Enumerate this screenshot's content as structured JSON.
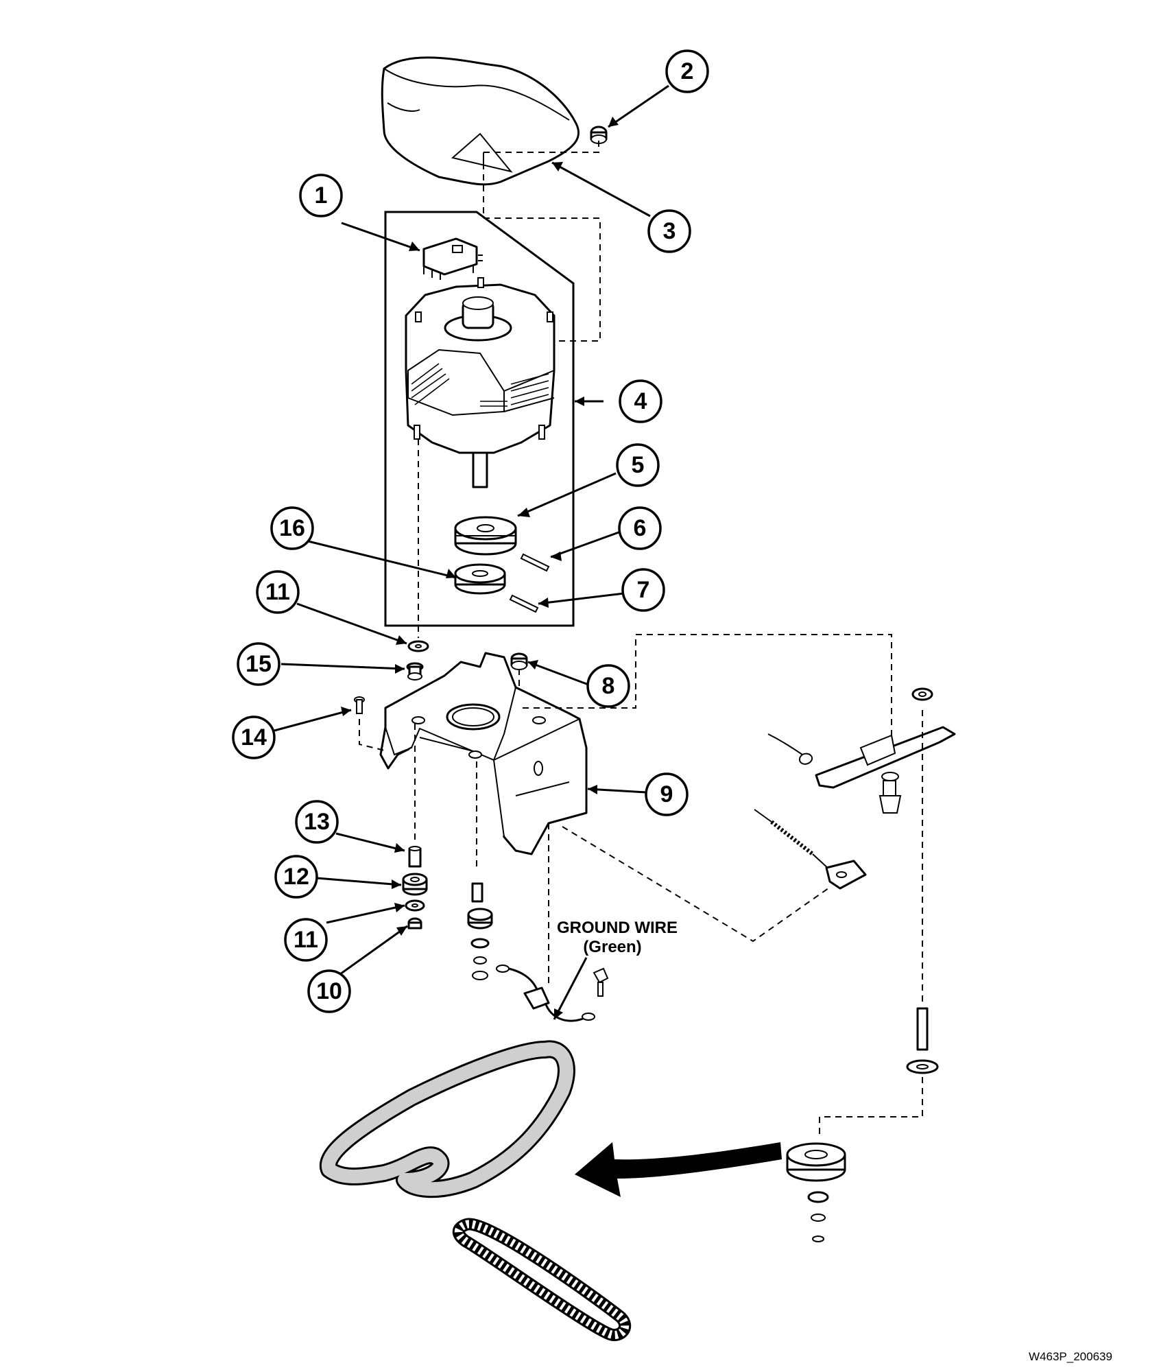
{
  "diagram": {
    "callouts": [
      {
        "id": "1",
        "label": "1"
      },
      {
        "id": "2",
        "label": "2"
      },
      {
        "id": "3",
        "label": "3"
      },
      {
        "id": "4",
        "label": "4"
      },
      {
        "id": "5",
        "label": "5"
      },
      {
        "id": "6",
        "label": "6"
      },
      {
        "id": "7",
        "label": "7"
      },
      {
        "id": "8",
        "label": "8"
      },
      {
        "id": "9",
        "label": "9"
      },
      {
        "id": "10",
        "label": "10"
      },
      {
        "id": "11a",
        "label": "11"
      },
      {
        "id": "11b",
        "label": "11"
      },
      {
        "id": "12",
        "label": "12"
      },
      {
        "id": "13",
        "label": "13"
      },
      {
        "id": "14",
        "label": "14"
      },
      {
        "id": "15",
        "label": "15"
      },
      {
        "id": "16",
        "label": "16"
      }
    ],
    "ground_wire_label": "GROUND WIRE",
    "ground_wire_color": "(Green)",
    "reference_code": "W463P_200639"
  }
}
